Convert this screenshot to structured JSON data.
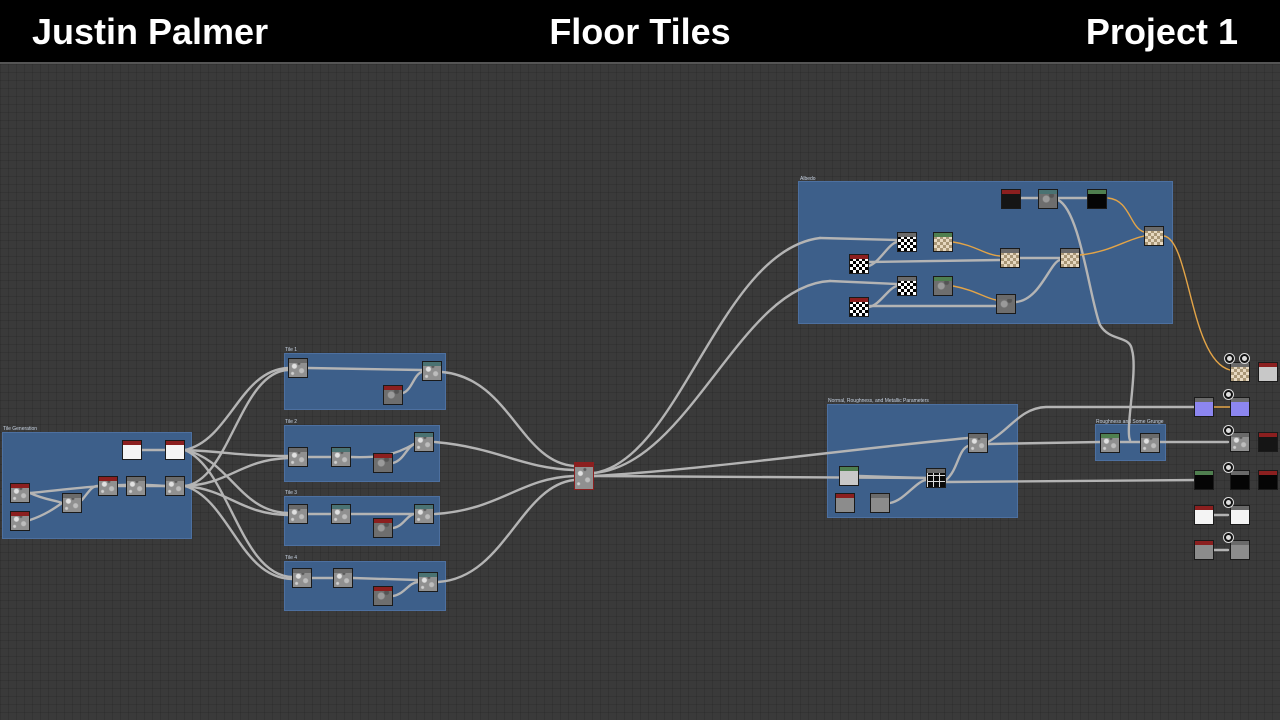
{
  "header": {
    "left": "Justin Palmer",
    "center": "Floor Tiles",
    "right": "Project 1"
  },
  "frames": {
    "tile_generation": "Tile Generation",
    "tile1": "Tile 1",
    "tile2": "Tile 2",
    "tile3": "Tile 3",
    "tile4": "Tile 4",
    "albedo": "Albedo",
    "normal": "Normal, Roughness, and Metallic Parameters",
    "roughness": "Roughness and Some Grunge"
  },
  "colors": {
    "background": "#3a3a3a",
    "frame": "#3d5f8a",
    "wire": "#b4b4b4",
    "wire_orange": "#e3a447",
    "node_header_red": "#8b1f1f",
    "node_header_green": "#4f7f4f",
    "node_header_teal": "#4a7272"
  },
  "icons": {
    "output": "output-icon"
  }
}
